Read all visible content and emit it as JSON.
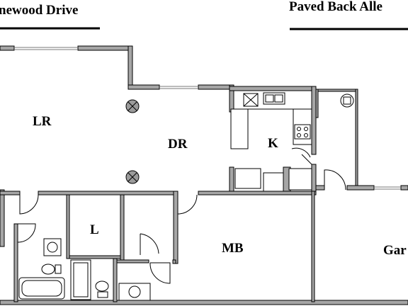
{
  "streets": {
    "front": "newood Drive",
    "back": "Paved Back Alle"
  },
  "rooms": {
    "living_room": "LR",
    "dining_room": "DR",
    "kitchen": "K",
    "laundry": "L",
    "master_bedroom": "MB",
    "garage": "Gar"
  }
}
